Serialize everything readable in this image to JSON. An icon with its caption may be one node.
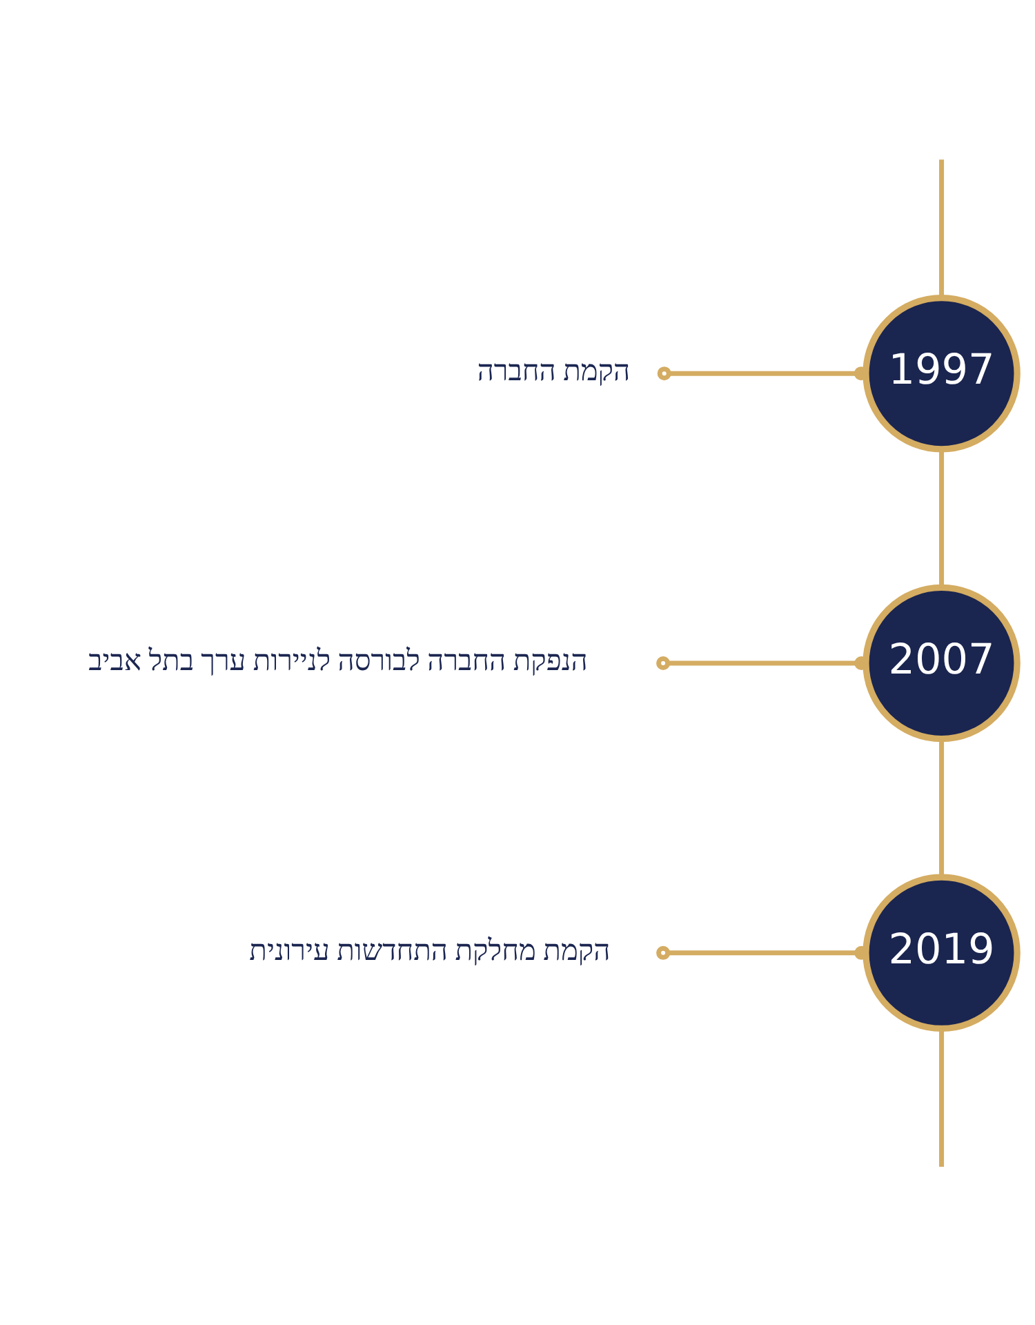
{
  "diagram": {
    "nodes": [
      {
        "text": [
          "1997"
        ]
      },
      {
        "text": [
          "הקמת החברה"
        ]
      },
      {
        "text": [
          "2007"
        ]
      },
      {
        "text": [
          "הנפקת החברה לבורסה לניירות ערך בתל אביב"
        ]
      },
      {
        "text": [
          "2019"
        ]
      },
      {
        "text": [
          "הקמת מחלקת התחדשות עירונית"
        ]
      }
    ],
    "edges": [
      {
        "from": null,
        "to": 0,
        "arrow": "none"
      },
      {
        "from": 1,
        "to": 0,
        "arrow": "other"
      },
      {
        "from": 0,
        "to": 2,
        "arrow": "none"
      },
      {
        "from": 3,
        "to": 2,
        "arrow": "other"
      },
      {
        "from": 2,
        "to": 4,
        "arrow": "none"
      },
      {
        "from": 5,
        "to": 4,
        "arrow": "other"
      },
      {
        "from": 4,
        "to": null,
        "arrow": "none"
      }
    ]
  }
}
